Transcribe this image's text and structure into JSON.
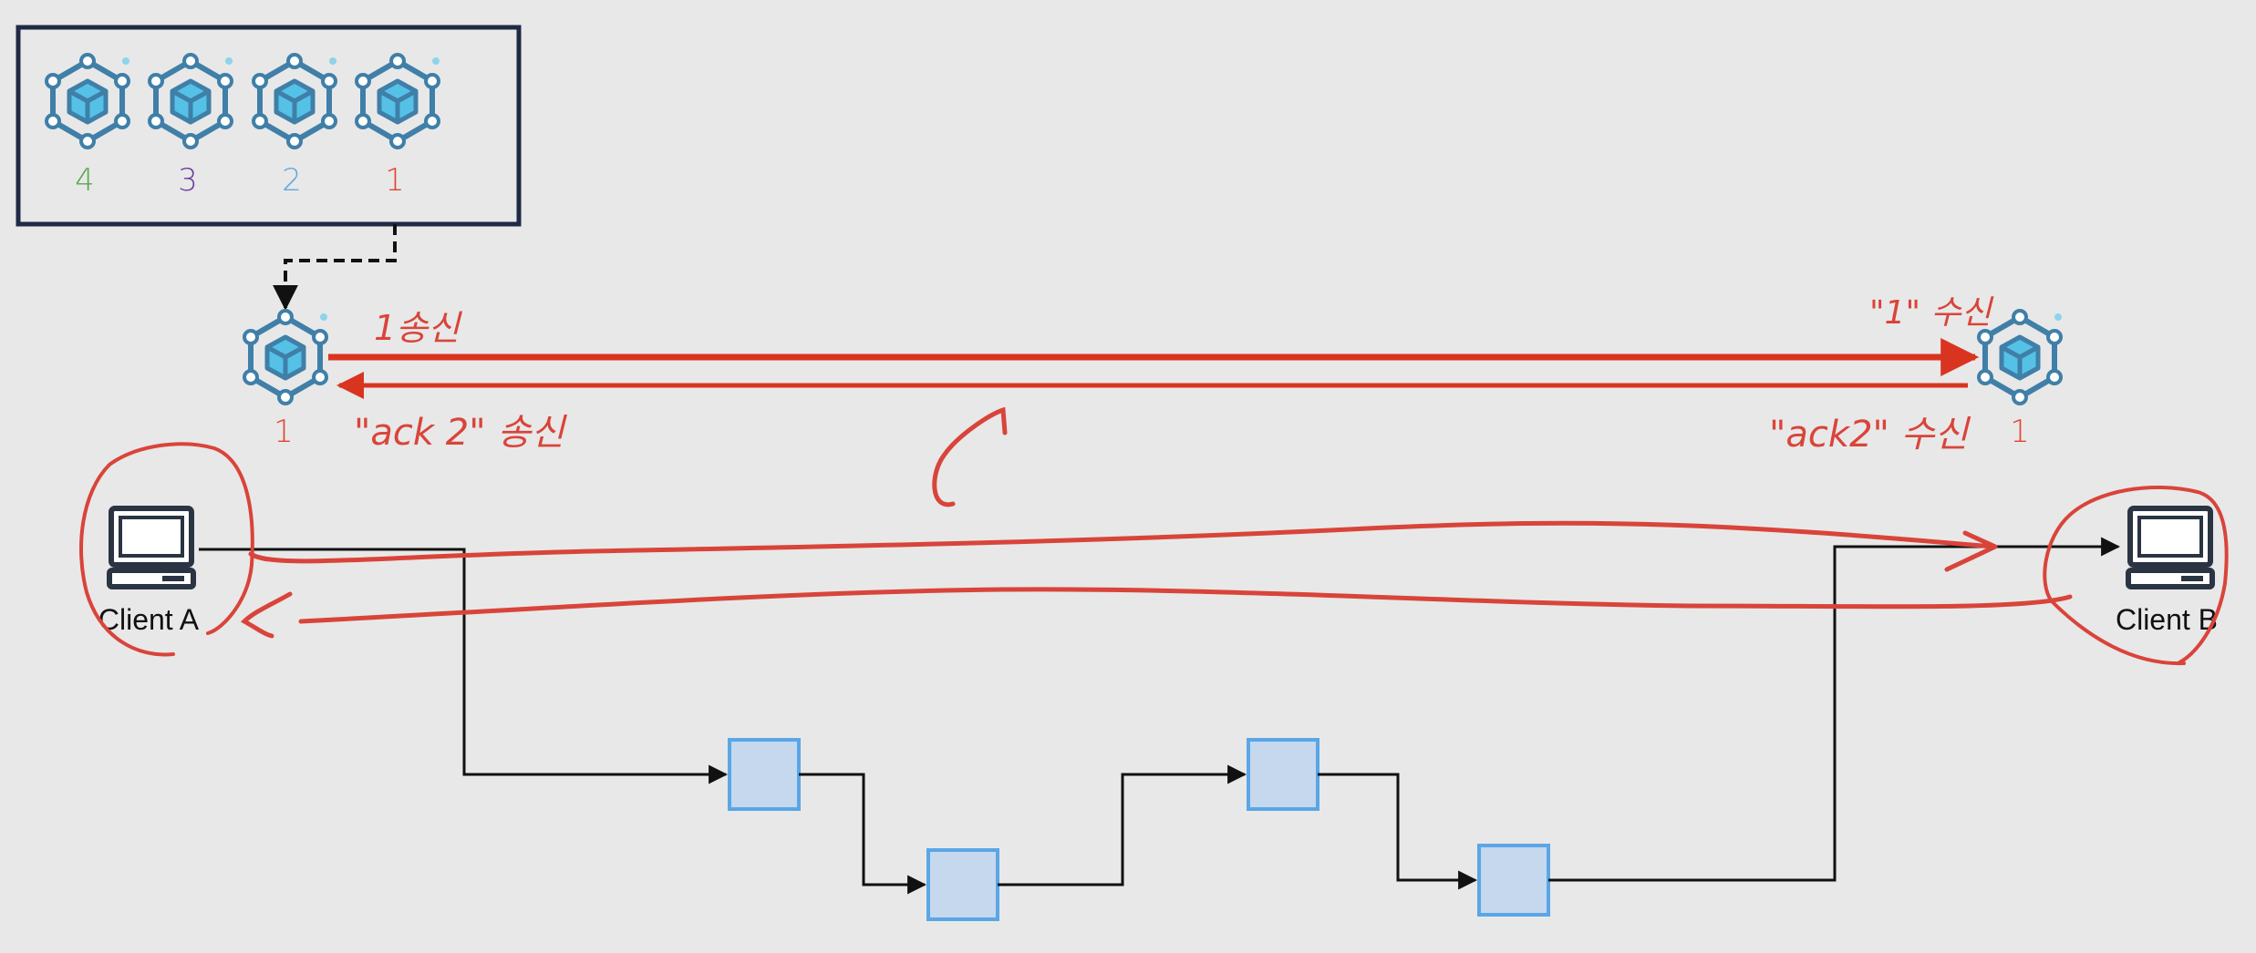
{
  "queue": {
    "labels": [
      "4",
      "3",
      "2",
      "1"
    ],
    "label_colors": [
      "#5aa84f",
      "#6a3ea1",
      "#5fa8e0",
      "#e0442e"
    ]
  },
  "sender_node": {
    "label": "1"
  },
  "receiver_node": {
    "label": "1"
  },
  "clients": {
    "a": "Client A",
    "b": "Client B"
  },
  "annotations": {
    "send": "1송신",
    "receive": "\"1\" 수신",
    "ack_send": "\"ack 2\" 송신",
    "ack_receive": "\"ack2\" 수신"
  },
  "colors": {
    "queue_border": "#1f2a44",
    "arrow_red": "#d9341f",
    "ink_red": "#d9443a",
    "router_fill": "#c5d8ee",
    "router_stroke": "#5aa6e6",
    "node_stroke": "#3f7fa8",
    "node_cube": "#55c1e6"
  },
  "icons": [
    "blockchain-node-icon",
    "laptop-icon"
  ]
}
